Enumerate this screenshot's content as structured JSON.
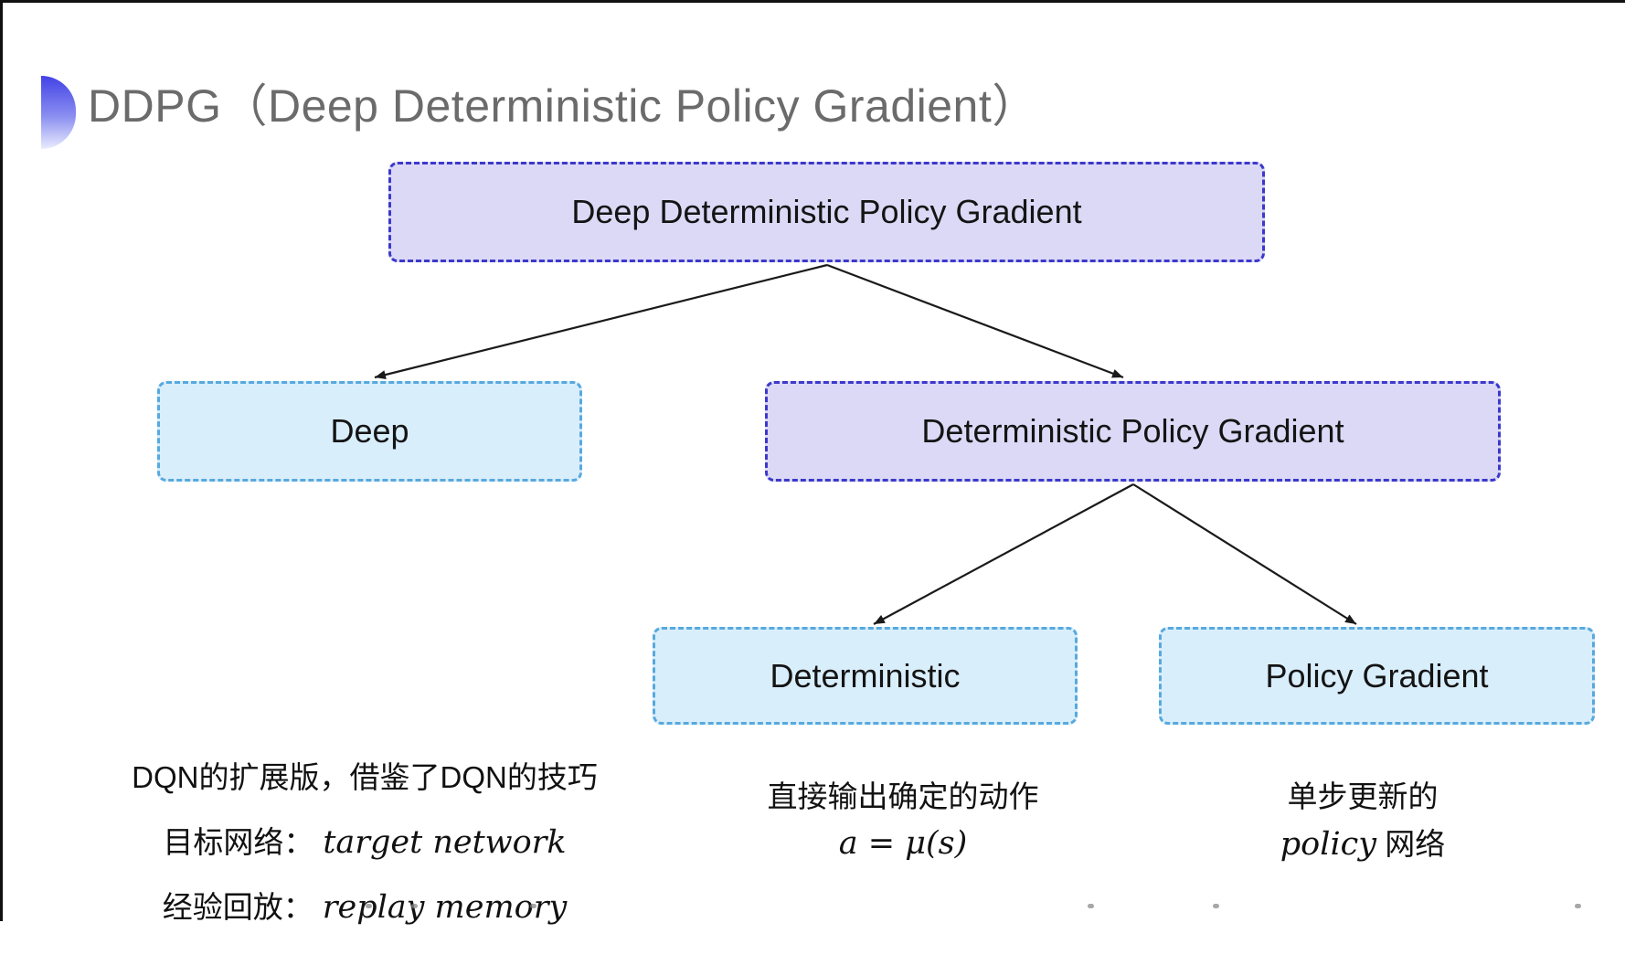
{
  "title": {
    "text": "DDPG（Deep Deterministic Policy Gradient）"
  },
  "nodes": [
    {
      "id": "root",
      "label": "Deep Deterministic Policy Gradient"
    },
    {
      "id": "deep",
      "label": "Deep"
    },
    {
      "id": "dpg",
      "label": "Deterministic Policy Gradient"
    },
    {
      "id": "deterministic",
      "label": "Deterministic"
    },
    {
      "id": "policy_gradient",
      "label": "Policy Gradient"
    }
  ],
  "annotations": {
    "deep": {
      "line1": "DQN的扩展版，借鉴了DQN的技巧",
      "line2_label": "目标网络：",
      "line2_value": "target network",
      "line3_label": "经验回放：",
      "line3_value": "replay memory"
    },
    "deterministic": {
      "line1": "直接输出确定的动作",
      "formula": "a = μ(s)"
    },
    "policy_gradient": {
      "line1": "单步更新的",
      "line2_italic": "policy",
      "line2_rest": " 网络"
    }
  },
  "colors": {
    "purple_fill": "#dcd9f6",
    "purple_border": "#3c39cb",
    "cyan_fill": "#d9eefb",
    "cyan_border": "#57a9de",
    "arrow": "#1a1a1a",
    "title_text": "#6b6b6b",
    "bullet_top": "#4242e6",
    "bullet_bottom": "#e9ecfd"
  }
}
